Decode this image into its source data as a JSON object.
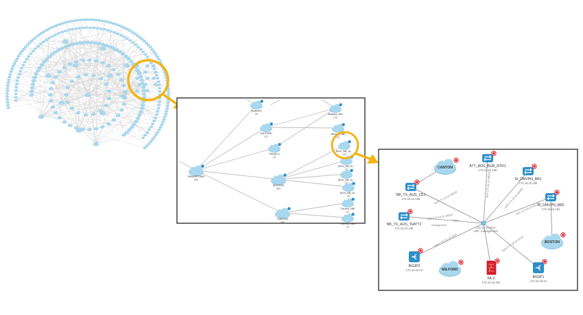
{
  "colors": {
    "cloud": "#a9d8ee",
    "router": "#2e8fc8",
    "edge": "#b5b5b5",
    "highlight": "#f3b417",
    "alert": "#d6212b",
    "firewall": "#d6212b",
    "frame": "#111111"
  },
  "icons": [
    "cloud-icon",
    "router-icon",
    "load-balancer-icon",
    "firewall-icon",
    "alert-badge-icon"
  ],
  "panel_mid": {
    "nodes": [
      {
        "label": "Anaheim",
        "sub": "(5)"
      },
      {
        "label": "Midland, NB\\",
        "sub": "(14)"
      },
      {
        "label": "MILFORD",
        "sub": "(17)"
      },
      {
        "label": "Beverly, NB\\",
        "sub": "(2)"
      },
      {
        "label": "MILAN-3",
        "sub": "(3)"
      },
      {
        "label": "BOS_NB_Si...",
        "sub": "(19)"
      },
      {
        "label": "BOS_NB_Si...",
        "sub": "(3)"
      },
      {
        "label": "SANANTONIO",
        "sub": "(86)"
      },
      {
        "label": "BOS_NB_Si...",
        "sub": "(3)"
      },
      {
        "label": "BOSTON",
        "sub": "(89)"
      },
      {
        "label": "BOS_NB_Si...",
        "sub": "(4)"
      },
      {
        "label": "Centrol, NB\\",
        "sub": "(2)"
      },
      {
        "label": "CANTON",
        "sub": "(24)"
      },
      {
        "label": "Centrol, NB\\",
        "sub": "(4)"
      }
    ]
  },
  "panel_detail": {
    "hub": {
      "ip": "172.16.10.0/24",
      "name": "VRF: management"
    },
    "nodes": [
      {
        "label": "CANTON",
        "ip": ""
      },
      {
        "label": "ATT_BOS_BUR_RTR1",
        "ip": "172.16.10.186"
      },
      {
        "label": "SI_DMVPN_BB1",
        "ip": "172.16.10.180"
      },
      {
        "label": "NB_TX_AUS_CE1",
        "ip": "172.16.10.188"
      },
      {
        "label": "SI_DMVPN_BB2",
        "ip": "172.16.10.181"
      },
      {
        "label": "NB_TX_AUS_ToATT2",
        "ip": "172.16.10.190"
      },
      {
        "label": "BOSTON",
        "ip": ""
      },
      {
        "label": "BIGIP2",
        "ip": "172.16.10.13"
      },
      {
        "label": "MILFORD",
        "ip": ""
      },
      {
        "label": "FA-2",
        "ip": "172.16.10.201"
      },
      {
        "label": "BIGIP1",
        "ip": "172.16.10.12"
      }
    ],
    "edge_labels": [
      "e0/2 172.16.10.188/29",
      "e0/3 172.16.10.186/29",
      "e0/1 172.16.10.180/29",
      "e0/1 172.16.10.181/29",
      "e0/2 172.16.10.190/24",
      "mgmt",
      "mgmt 172.16.10.13/24",
      "mgmt 172.16.10.12/24",
      "management"
    ]
  }
}
